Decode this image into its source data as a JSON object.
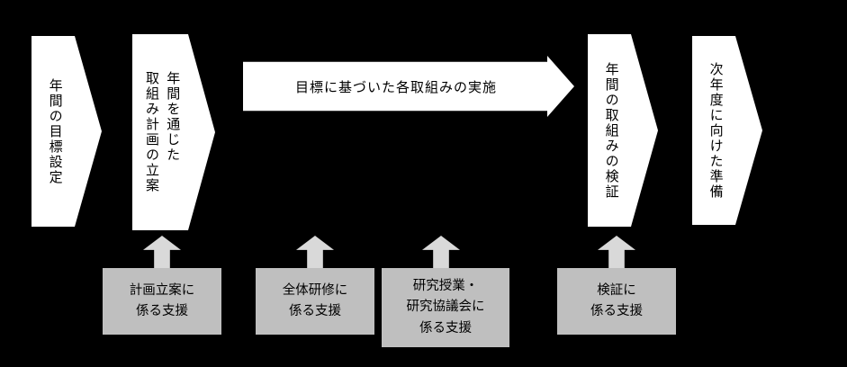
{
  "diagram": {
    "flow_steps": [
      {
        "label": "年間の目標設定",
        "shape": "pentagon-vertical"
      },
      {
        "label": "年間を通じた\n取組み計画の立案",
        "shape": "pentagon-vertical"
      },
      {
        "label": "目標に基づいた各取組みの実施",
        "shape": "horizontal-arrow"
      },
      {
        "label": "年間の取組みの検証",
        "shape": "pentagon-vertical"
      },
      {
        "label": "次年度に向けた準備",
        "shape": "pentagon-vertical"
      }
    ],
    "support_boxes": [
      {
        "label": "計画立案に\n係る支援"
      },
      {
        "label": "全体研修に\n係る支援"
      },
      {
        "label": "研究授業・\n研究協議会に\n係る支援"
      },
      {
        "label": "検証に\n係る支援"
      }
    ],
    "colors": {
      "background": "#000000",
      "shape_fill": "#ffffff",
      "box_fill": "#bfbfbf",
      "arrow_fill": "#d9d9d9",
      "text": "#000000"
    }
  }
}
